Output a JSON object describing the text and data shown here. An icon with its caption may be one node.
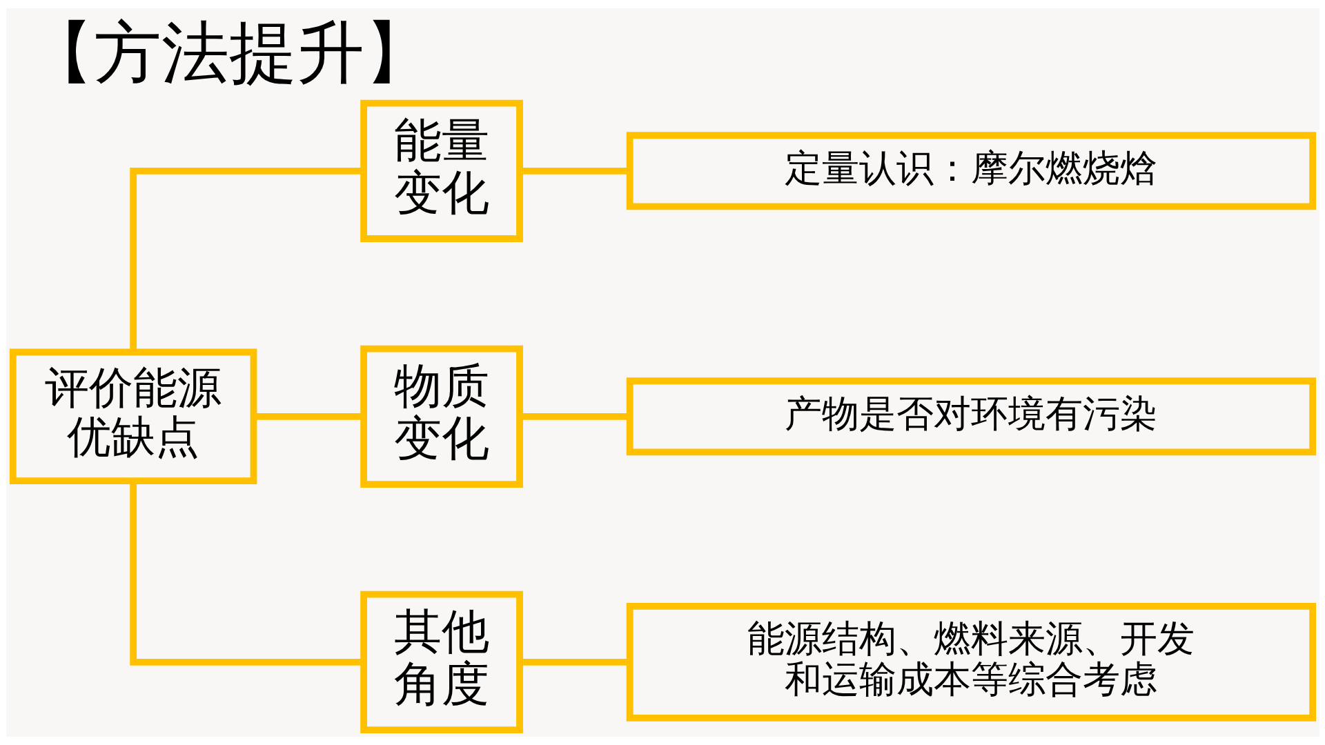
{
  "diagram": {
    "title": "【方法提升】",
    "nodes": [
      {
        "text": [
          "评价能源优缺点"
        ]
      },
      {
        "text": [
          "能量变化"
        ]
      },
      {
        "text": [
          "定量认识：摩尔燃烧焓"
        ]
      },
      {
        "text": [
          "物质变化"
        ]
      },
      {
        "text": [
          "产物是否对环境有污染"
        ]
      },
      {
        "text": [
          "其他角度"
        ]
      },
      {
        "text": [
          "能源结构、燃料来源、开发和运输成本等综合考虑"
        ]
      }
    ],
    "edges": [
      {
        "from": 0,
        "to": 1,
        "arrow": "none"
      },
      {
        "from": 1,
        "to": 2,
        "arrow": "none"
      },
      {
        "from": 0,
        "to": 3,
        "arrow": "none"
      },
      {
        "from": 3,
        "to": 4,
        "arrow": "none"
      },
      {
        "from": 0,
        "to": 5,
        "arrow": "none"
      },
      {
        "from": 5,
        "to": 6,
        "arrow": "none"
      }
    ]
  }
}
